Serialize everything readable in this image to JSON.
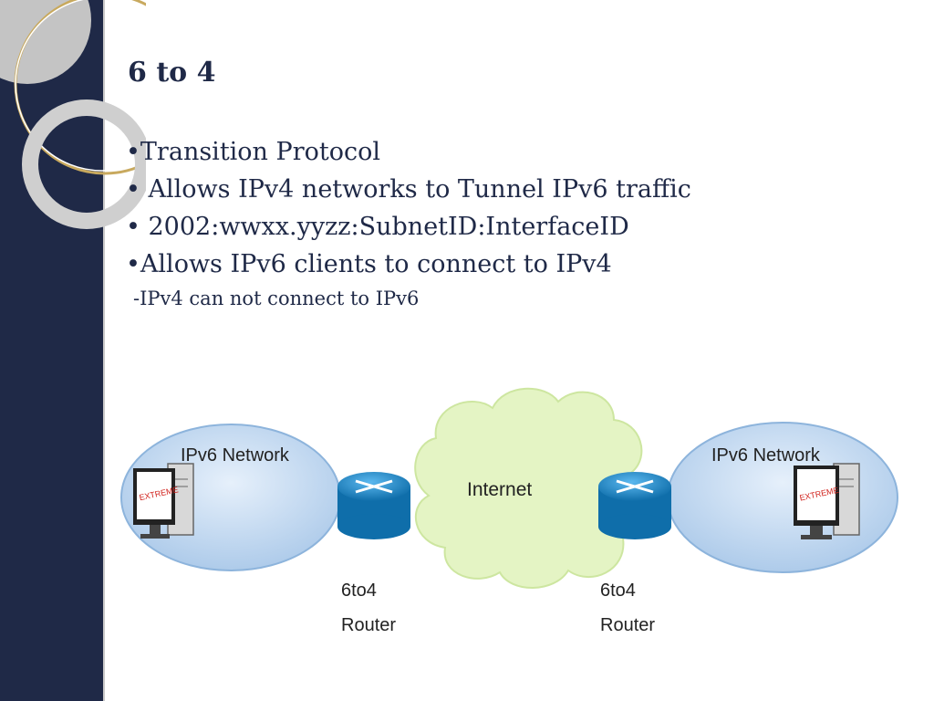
{
  "slide": {
    "title": "6 to 4",
    "bullets": [
      "•Transition Protocol",
      "• Allows IPv4 networks to Tunnel  IPv6 traffic",
      "• 2002:wwxx.yyzz:SubnetID:InterfaceID",
      "•Allows IPv6 clients to connect to IPv4"
    ],
    "subnote": "-IPv4 can not connect to IPv6"
  },
  "diagram": {
    "left_network": "IPv6 Network",
    "right_network": "IPv6 Network",
    "cloud": "Internet",
    "left_router": [
      "6to4",
      "Router"
    ],
    "right_router": [
      "6to4",
      "Router"
    ],
    "screen_brand": "EXTREME"
  },
  "colors": {
    "sidebar": "#1f2947",
    "text": "#1f2947",
    "network_fill": "#c6dcf2",
    "cloud_fill": "#e4f4c4",
    "router": "#1e88c8",
    "screen_text": "#d0201a"
  }
}
